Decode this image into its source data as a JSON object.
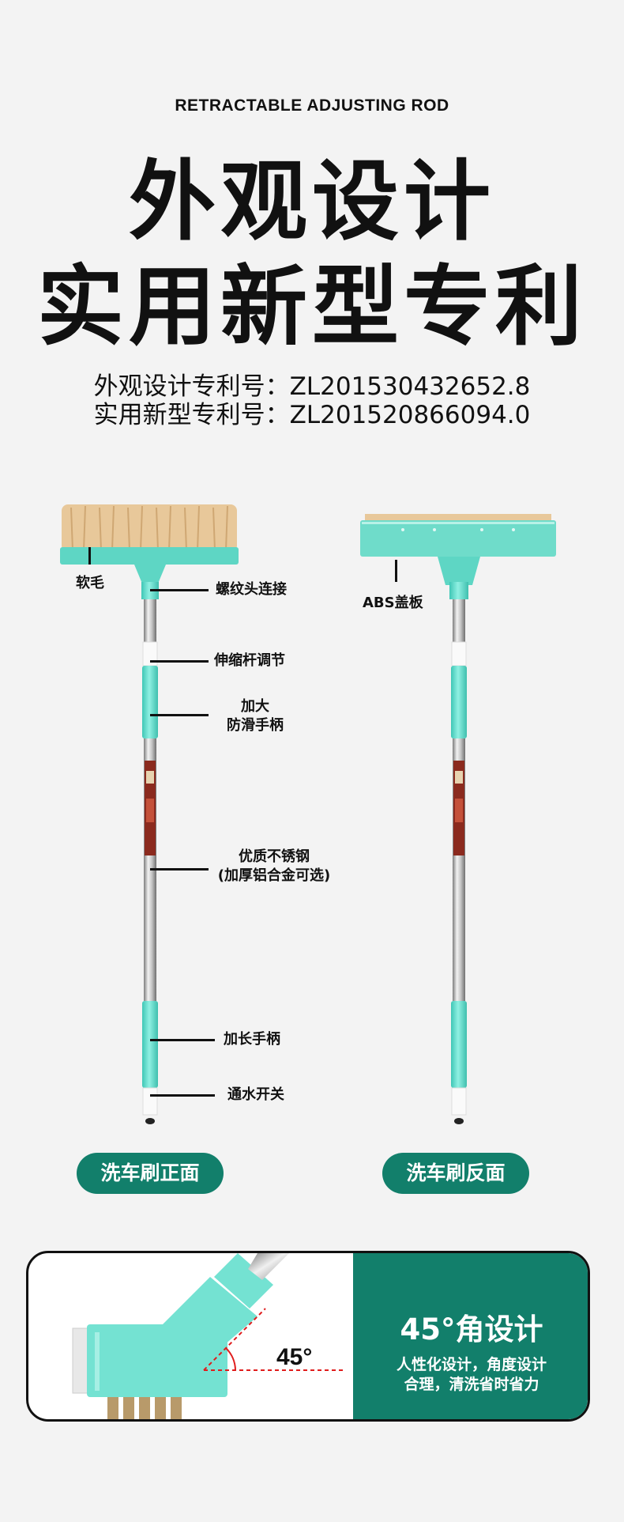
{
  "header": {
    "eyebrow": "RETRACTABLE ADJUSTING ROD",
    "title_line1": "外观设计",
    "title_line2": "实用新型专利",
    "patent_line1": "外观设计专利号：ZL201530432652.8",
    "patent_line2": "实用新型专利号：ZL201520866094.0"
  },
  "front": {
    "labels": {
      "soft_bristle": "软毛",
      "thread_connect": "螺纹头连接",
      "telescopic": "伸缩杆调节",
      "grip_line1": "加大",
      "grip_line2": "防滑手柄",
      "steel_line1": "优质不锈钢",
      "steel_line2": "(加厚铝合金可选)",
      "long_handle": "加长手柄",
      "water_switch": "通水开关"
    },
    "pill": "洗车刷正面"
  },
  "back": {
    "labels": {
      "abs_cover": "ABS盖板"
    },
    "pill": "洗车刷反面"
  },
  "feature_card": {
    "angle_label": "45°",
    "title": "45°角设计",
    "sub_line1": "人性化设计，角度设计",
    "sub_line2": "合理，清洗省时省力"
  },
  "colors": {
    "background": "#f3f3f3",
    "brand_green": "#127f6b",
    "mint": "#6fe0d0",
    "bristle": "#e8c89a",
    "steel": "#b8b8b8",
    "annotation_red": "#e01c1c"
  },
  "icons": [
    "brush-front-illustration",
    "brush-back-illustration",
    "angle-brush-illustration"
  ]
}
